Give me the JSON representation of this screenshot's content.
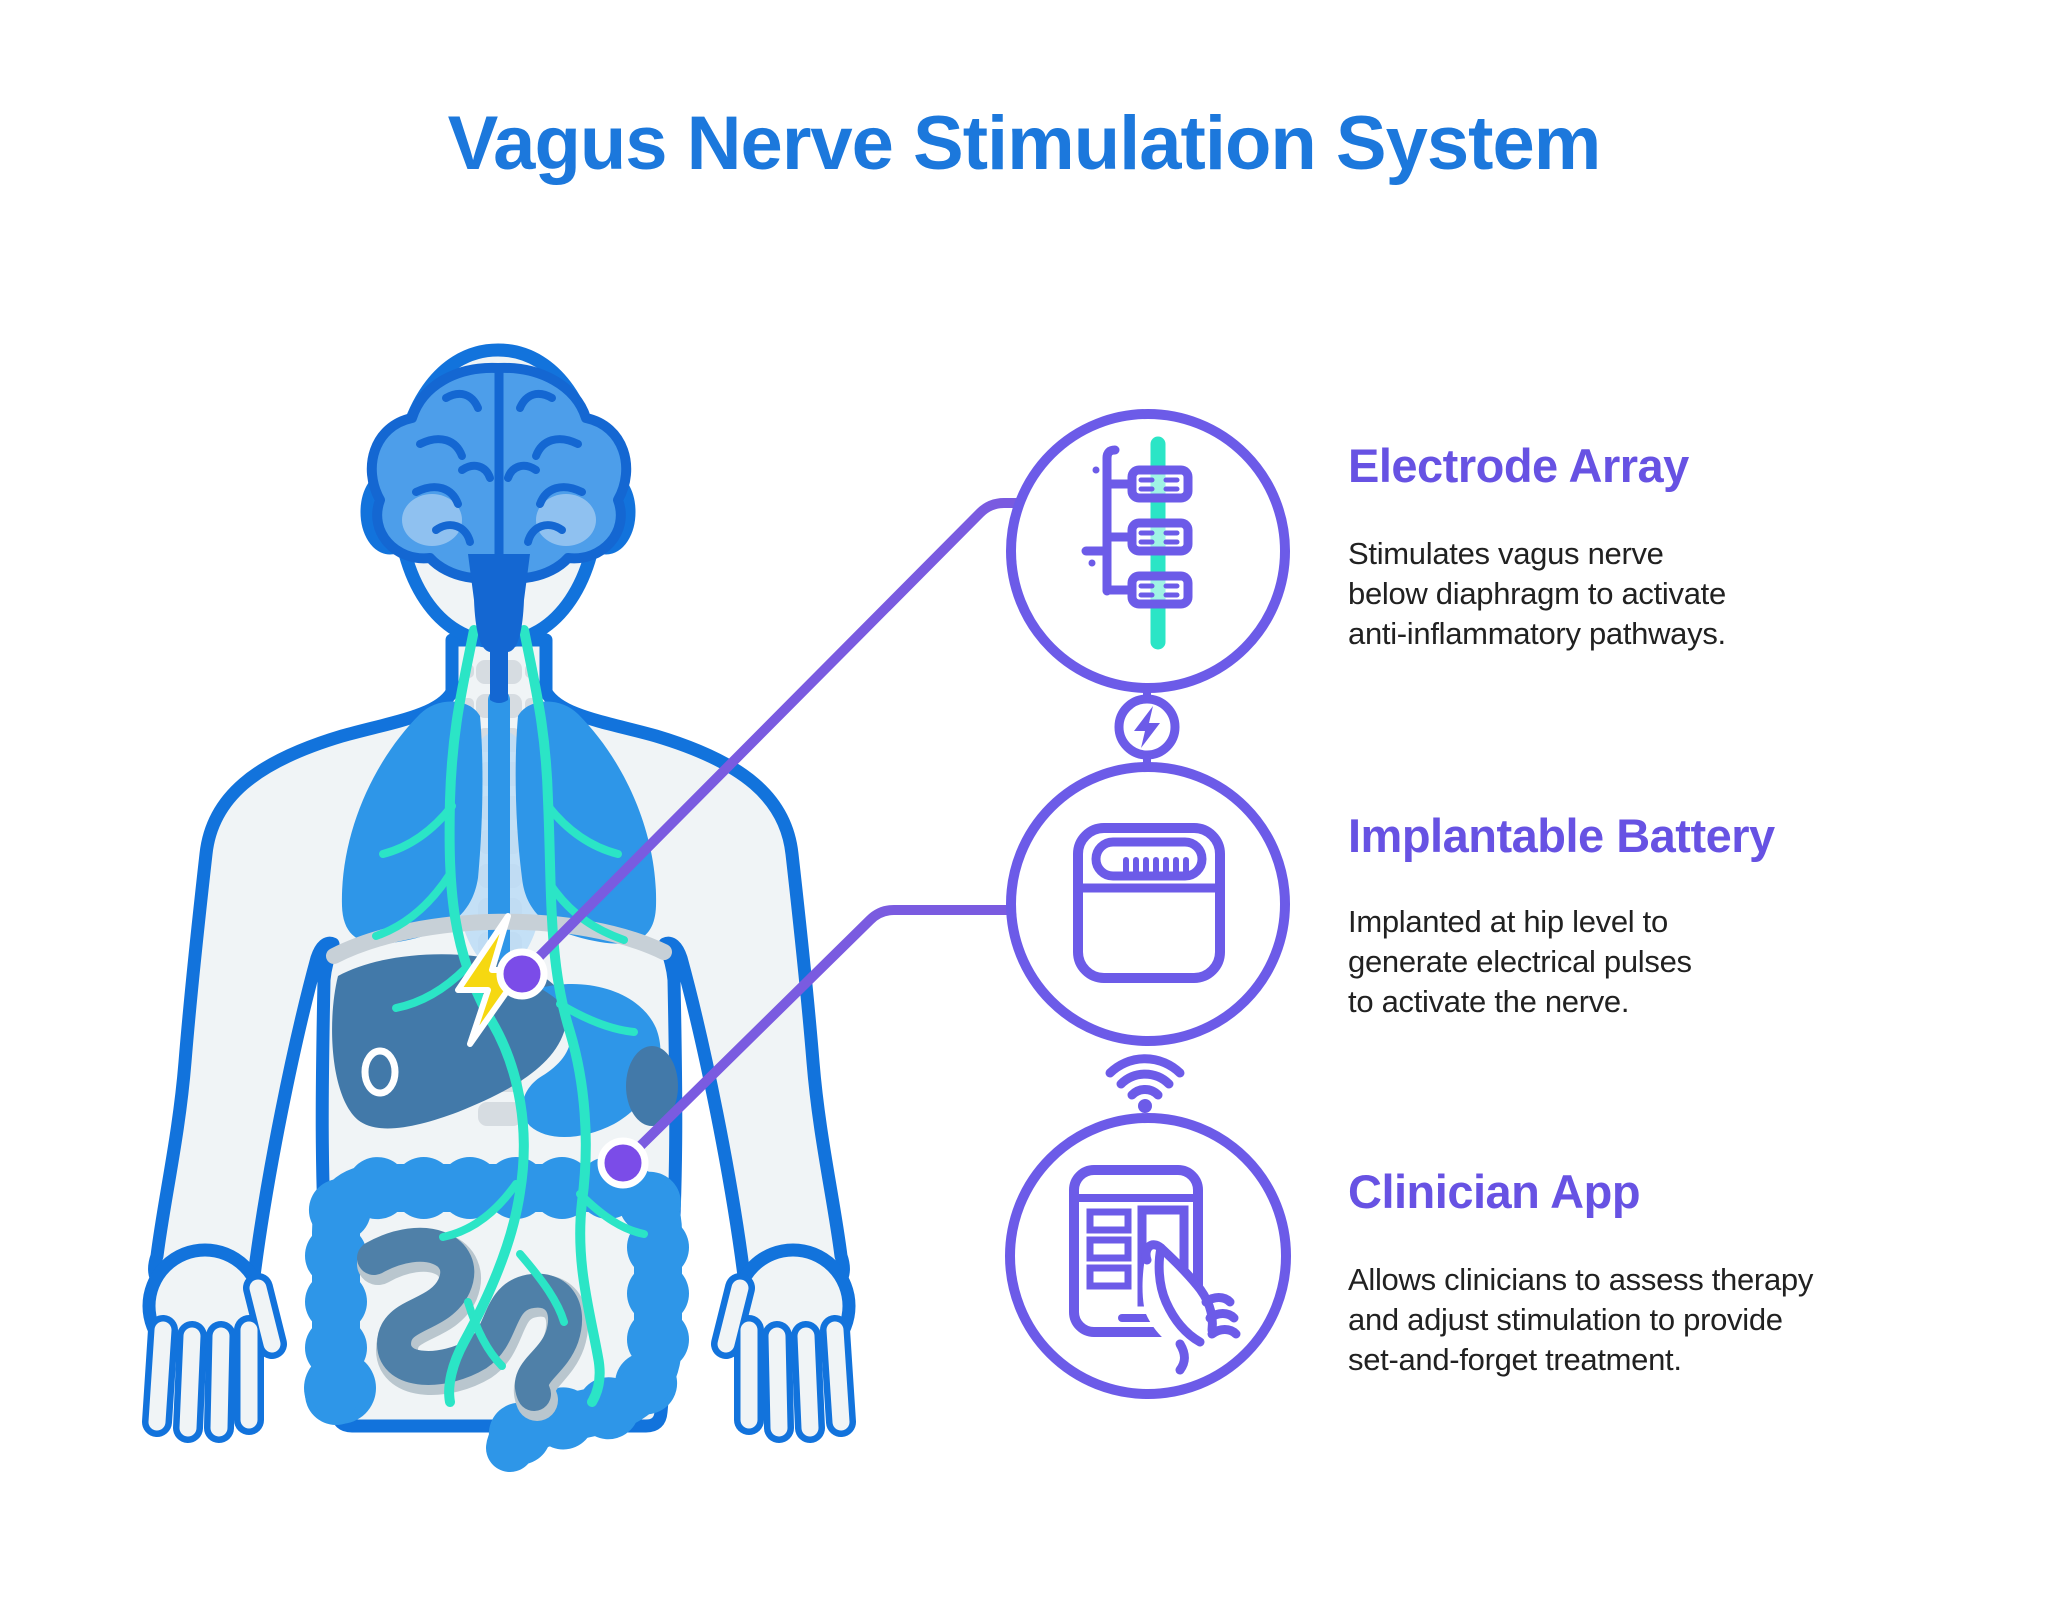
{
  "title": {
    "text": "Vagus Nerve Stimulation System"
  },
  "sections": [
    {
      "id": "electrode-array",
      "heading": "Electrode Array",
      "icon": "electrode-array-icon",
      "lines": [
        "Stimulates vagus nerve",
        "below diaphragm to activate",
        "anti-inflammatory pathways."
      ]
    },
    {
      "id": "implantable-battery",
      "heading": "Implantable Battery",
      "icon": "implantable-battery-icon",
      "lines": [
        "Implanted at hip level to",
        "generate electrical pulses",
        "to activate the nerve."
      ]
    },
    {
      "id": "clinician-app",
      "heading": "Clinician App",
      "icon": "clinician-app-icon",
      "lines": [
        "Allows clinicians to assess therapy",
        "and adjust stimulation to provide",
        "set-and-forget treatment."
      ]
    }
  ],
  "icons": {
    "power_link": "lightning-bolt-icon",
    "wireless": "wifi-icon",
    "stimulation_site": "lightning-bolt-icon",
    "electrode": "electrode-array-icon",
    "battery": "implantable-battery-icon",
    "app": "clinician-app-tablet-hand-icon"
  },
  "theme": {
    "titleBlue": "#1C78DC",
    "headingPurple": "#6752E3",
    "textDark": "#212121",
    "outlineBlue": "#1273DC",
    "bodyFill": "#F0F4F6",
    "organBlue": "#2E96E8",
    "organDeep": "#4279A9",
    "intestineDeep": "#4F80A8",
    "nerveTeal": "#2BE5C6",
    "brainFill": "#4D9EEA",
    "brainLine": "#1467D2",
    "iconPurple": "#6C5BE8",
    "connectorPurple": "#7A5BE0",
    "dotPurple": "#7B4CE8",
    "lightningYellow": "#F6D811"
  }
}
